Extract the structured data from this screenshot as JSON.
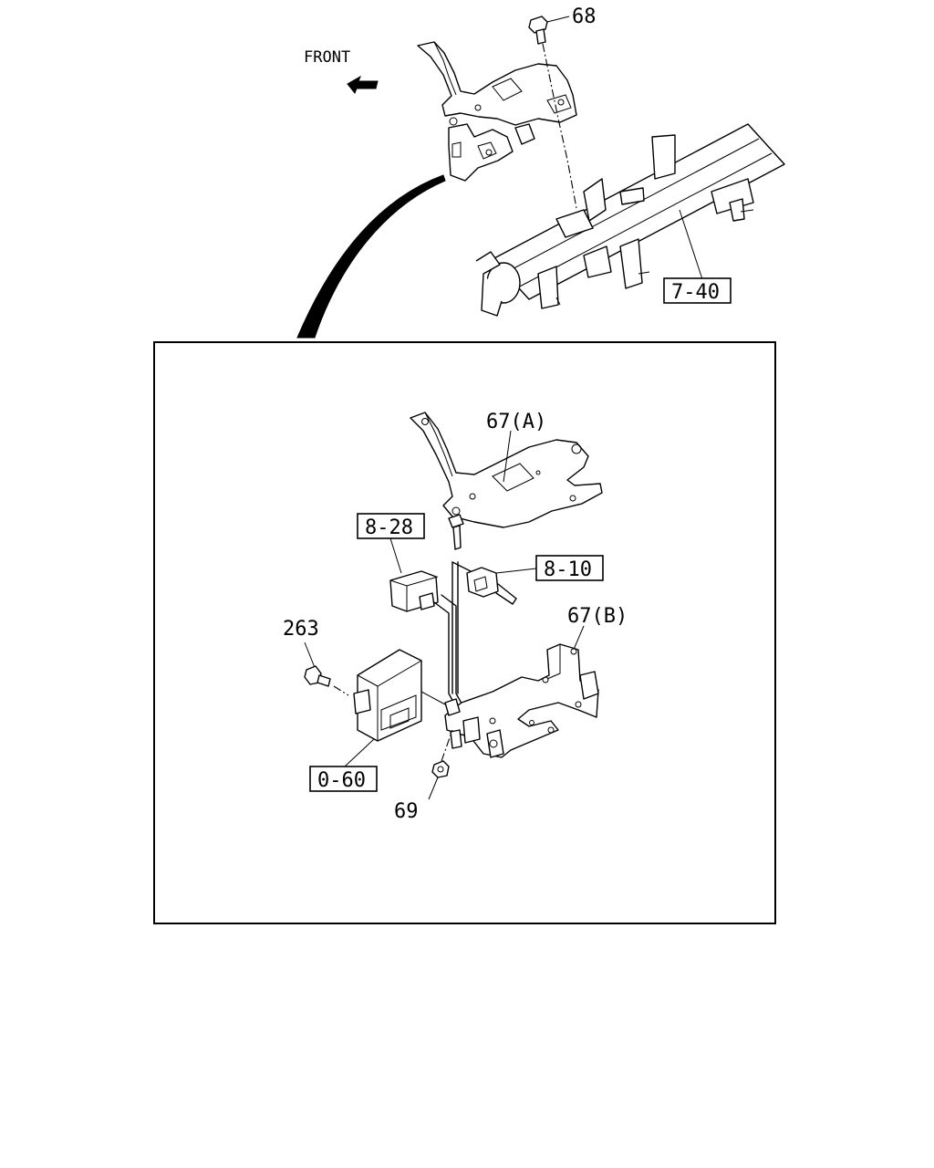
{
  "diagram": {
    "front_label": "FRONT",
    "callouts": {
      "c68": "68",
      "c7_40": "7-40",
      "c67a": "67(A)",
      "c8_28": "8-28",
      "c8_10": "8-10",
      "c67b": "67(B)",
      "c263": "263",
      "c0_60": "0-60",
      "c69": "69"
    }
  }
}
